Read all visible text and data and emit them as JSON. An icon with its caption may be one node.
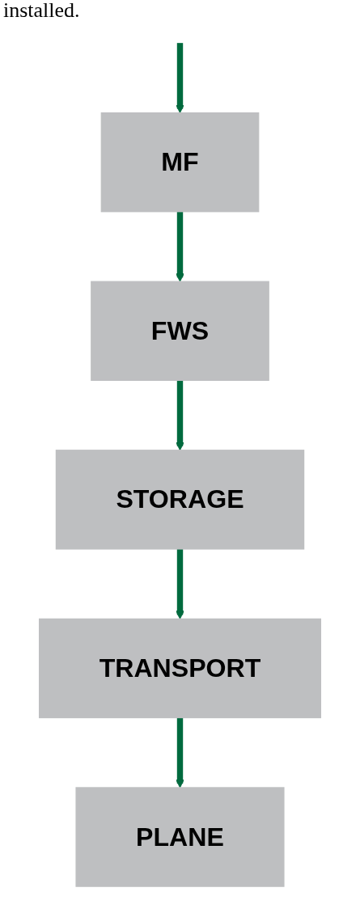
{
  "diagram": {
    "nodes": [
      {
        "text": [
          "MF"
        ]
      },
      {
        "text": [
          "FWS"
        ]
      },
      {
        "text": [
          "STORAGE"
        ]
      },
      {
        "text": [
          "TRANSPORT"
        ]
      },
      {
        "text": [
          "PLANE"
        ]
      }
    ],
    "edges": [
      {
        "from": null,
        "to": 0,
        "arrow": "to"
      },
      {
        "from": 0,
        "to": 1,
        "arrow": "to"
      },
      {
        "from": 1,
        "to": 2,
        "arrow": "to"
      },
      {
        "from": 2,
        "to": 3,
        "arrow": "to"
      },
      {
        "from": 3,
        "to": 4,
        "arrow": "to"
      }
    ],
    "labels": [
      "installed."
    ]
  }
}
